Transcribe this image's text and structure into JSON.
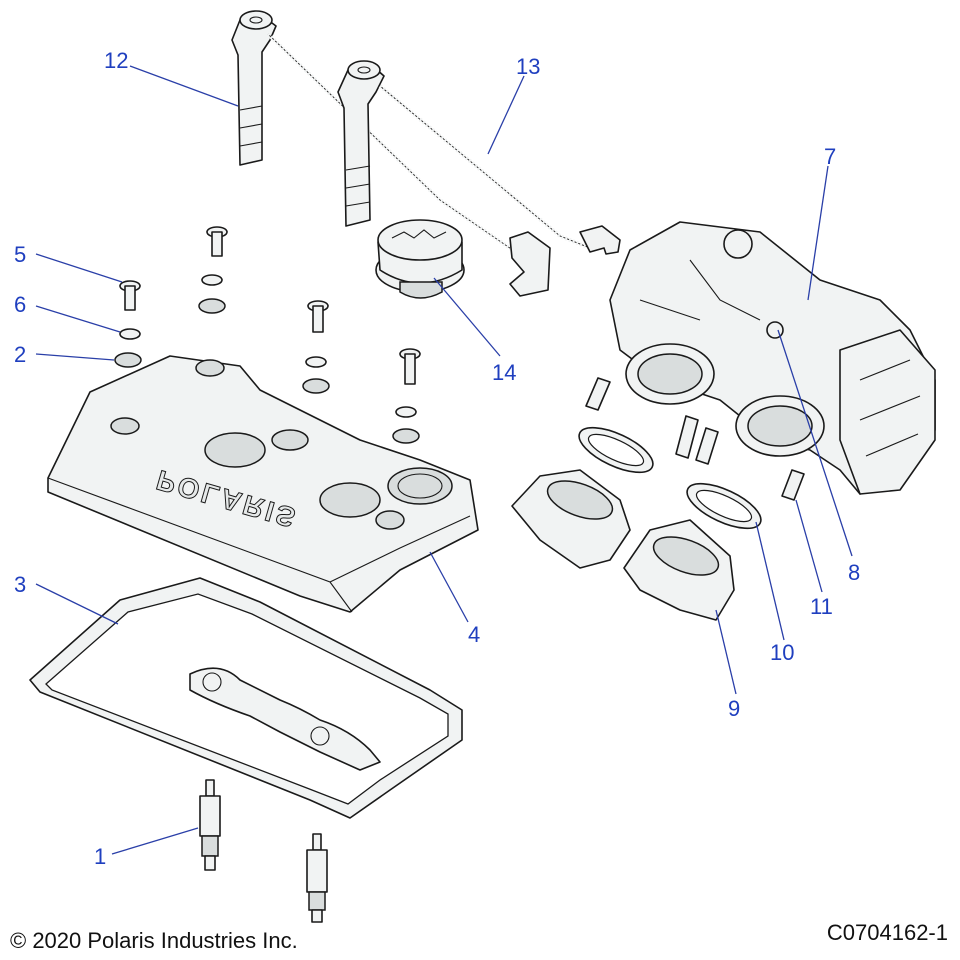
{
  "diagram": {
    "callouts": [
      {
        "id": "1",
        "label": "1"
      },
      {
        "id": "2",
        "label": "2"
      },
      {
        "id": "3",
        "label": "3"
      },
      {
        "id": "4",
        "label": "4"
      },
      {
        "id": "5",
        "label": "5"
      },
      {
        "id": "6",
        "label": "6"
      },
      {
        "id": "7",
        "label": "7"
      },
      {
        "id": "8",
        "label": "8"
      },
      {
        "id": "9",
        "label": "9"
      },
      {
        "id": "10",
        "label": "10"
      },
      {
        "id": "11",
        "label": "11"
      },
      {
        "id": "12",
        "label": "12"
      },
      {
        "id": "13",
        "label": "13"
      },
      {
        "id": "14",
        "label": "14"
      }
    ],
    "cover_logo_text": "POLARIS",
    "colors": {
      "callout": "#1f3fbf",
      "line": "#1a1a1a",
      "fill": "#f1f3f3"
    }
  },
  "footer": {
    "copyright": "© 2020 Polaris Industries Inc.",
    "figure_id": "C0704162-1"
  }
}
